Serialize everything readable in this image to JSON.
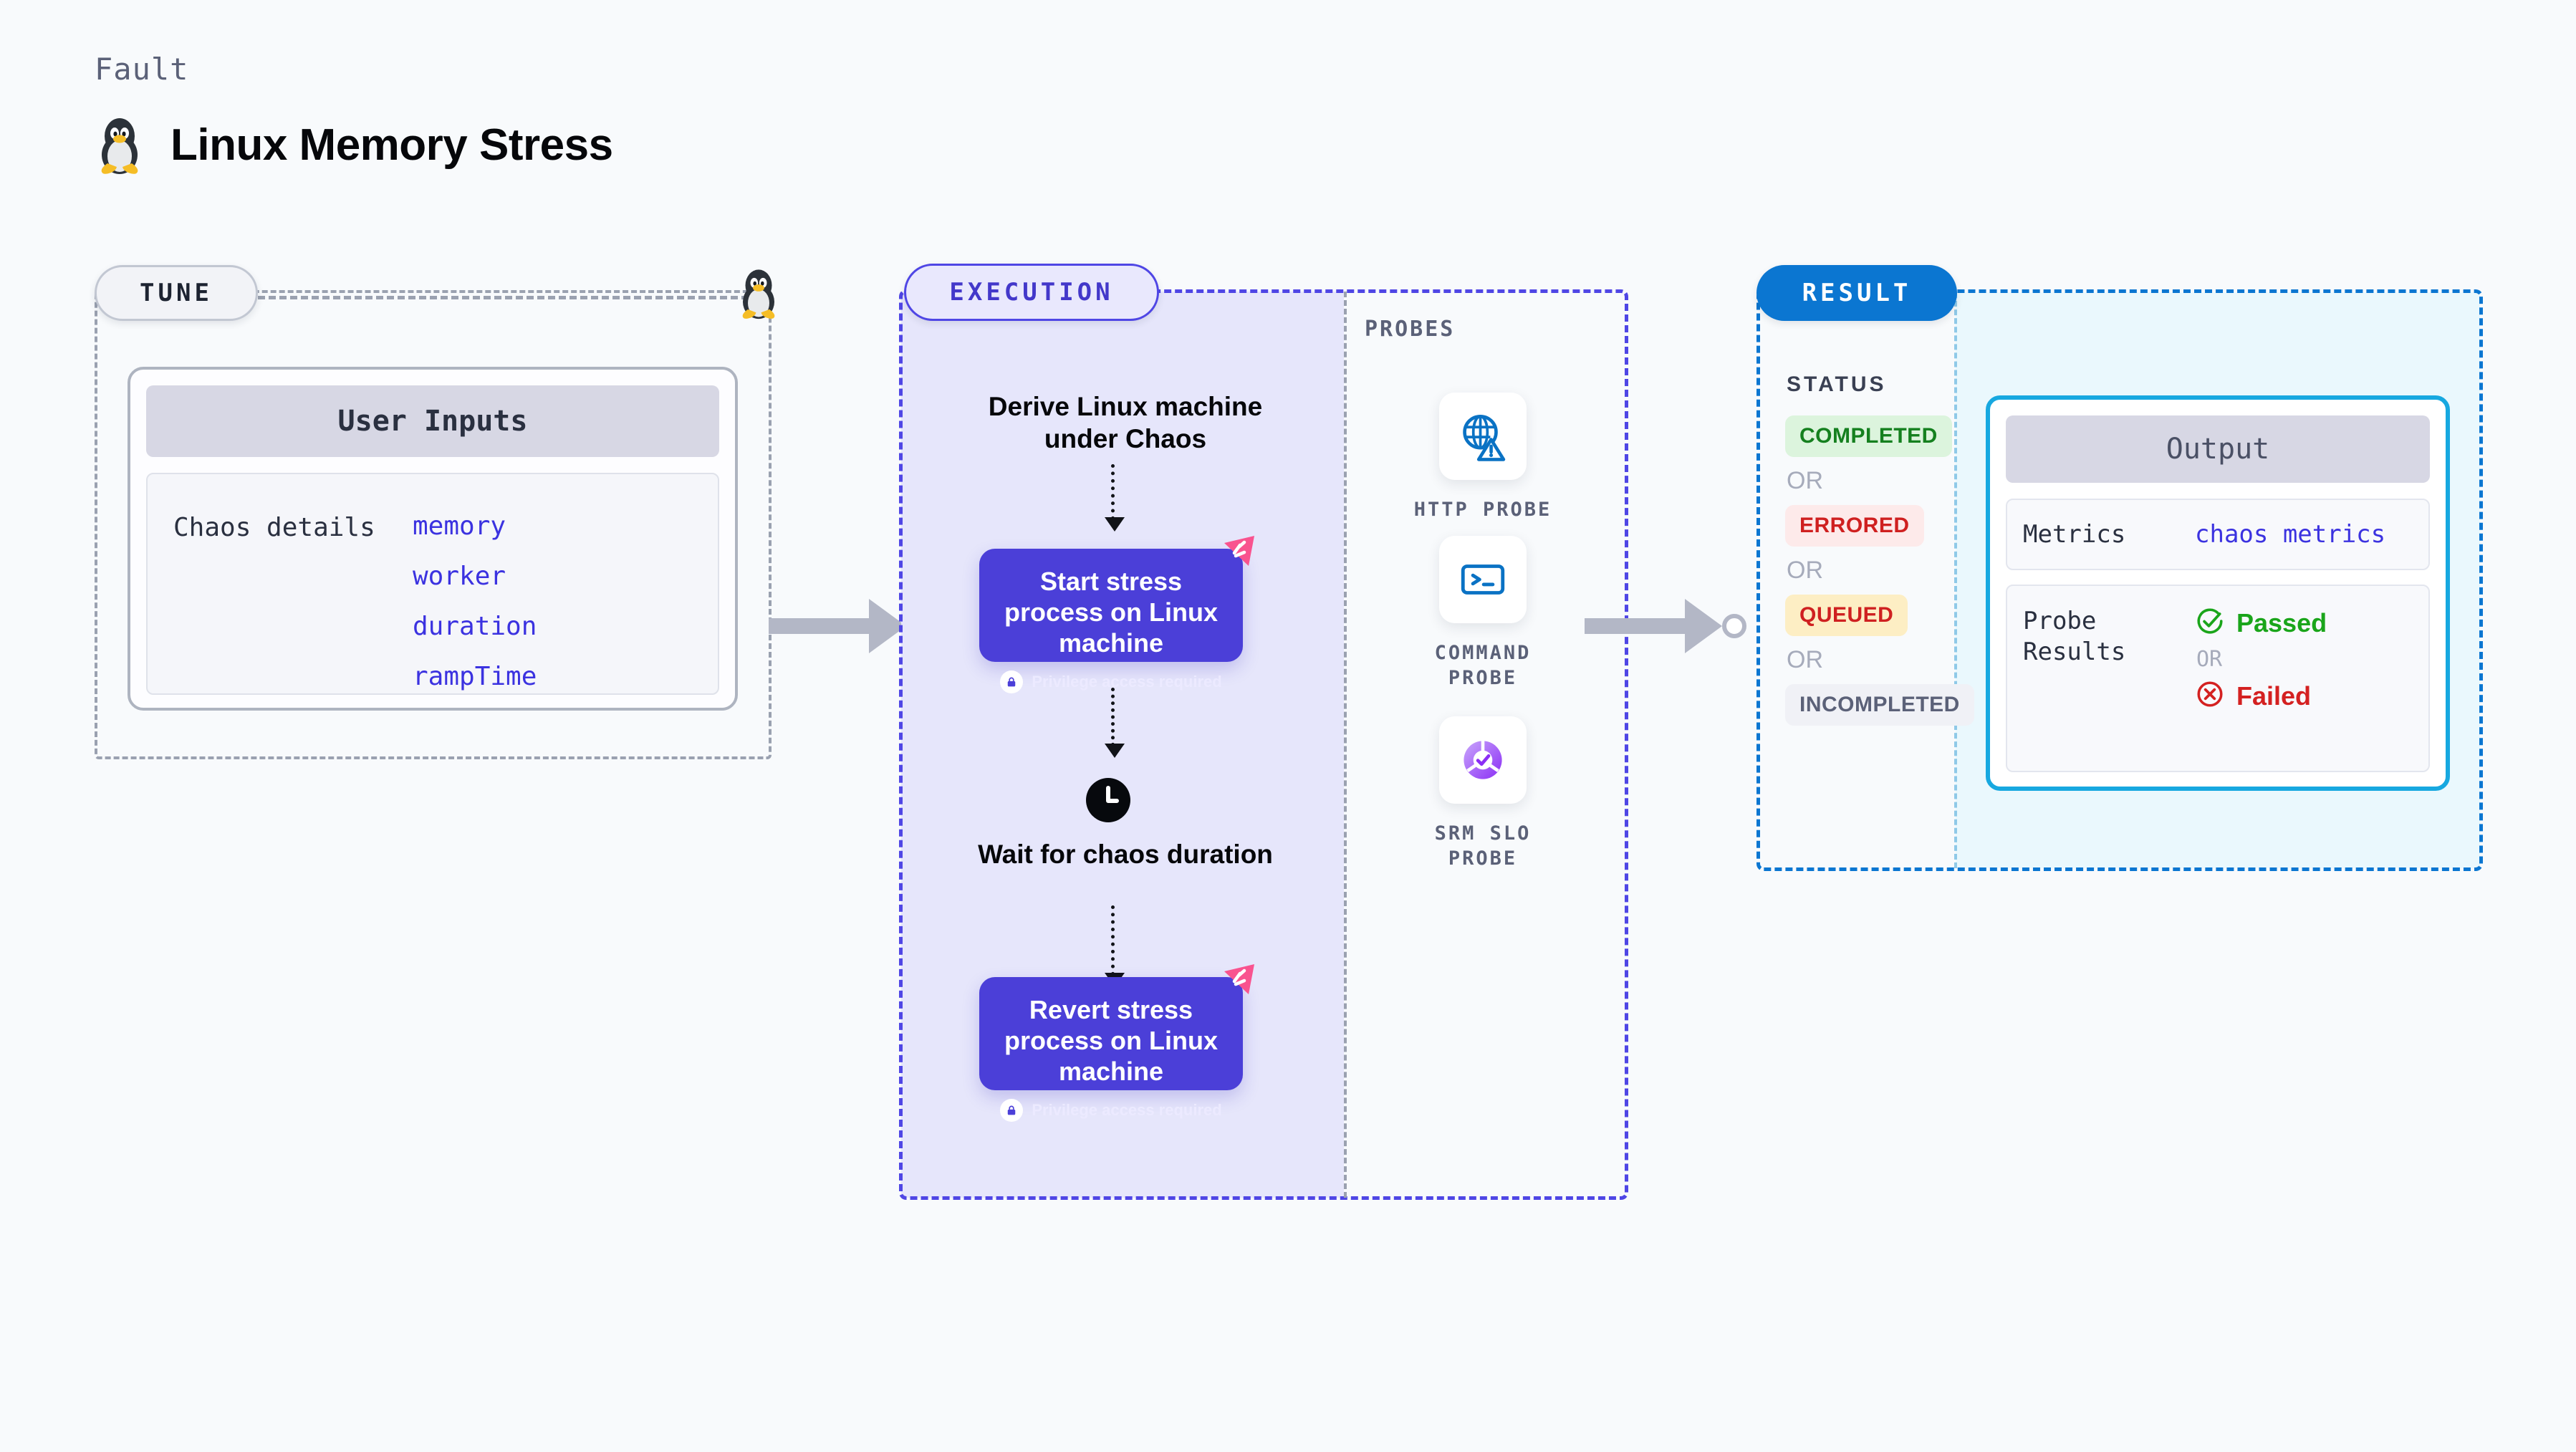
{
  "header": {
    "kicker": "Fault",
    "title": "Linux Memory Stress",
    "icon": "tux-penguin-icon"
  },
  "tune": {
    "pill_label": "TUNE",
    "connector_icon": "tux-penguin-icon",
    "card": {
      "header": "User Inputs",
      "details_label": "Chaos details",
      "params": [
        "memory",
        "worker",
        "duration",
        "rampTime"
      ]
    }
  },
  "execution": {
    "pill_label": "EXECUTION",
    "steps": {
      "derive": "Derive Linux machine under Chaos",
      "start": {
        "title": "Start stress process on Linux machine",
        "note": "Privilege access required",
        "note_icon": "lock-icon",
        "corner_icon": "chaos-badge-icon"
      },
      "wait": {
        "icon": "clock-icon",
        "label": "Wait for chaos duration"
      },
      "revert": {
        "title": "Revert stress process on Linux machine",
        "note": "Privilege access required",
        "note_icon": "lock-icon",
        "corner_icon": "chaos-badge-icon"
      }
    },
    "probes": {
      "section_label": "PROBES",
      "items": [
        {
          "label": "HTTP PROBE",
          "icon": "globe-warning-icon"
        },
        {
          "label": "COMMAND PROBE",
          "icon": "terminal-prompt-icon"
        },
        {
          "label": "SRM SLO PROBE",
          "icon": "slo-donut-check-icon"
        }
      ]
    }
  },
  "result": {
    "pill_label": "RESULT",
    "status_label": "STATUS",
    "or_label": "OR",
    "statuses": [
      {
        "label": "COMPLETED",
        "state": "completed"
      },
      {
        "label": "ERRORED",
        "state": "errored"
      },
      {
        "label": "QUEUED",
        "state": "queued"
      },
      {
        "label": "INCOMPLETED",
        "state": "incompleted"
      }
    ],
    "output": {
      "header": "Output",
      "metrics_key": "Metrics",
      "metrics_value": "chaos metrics",
      "probe_results_key": "Probe Results",
      "passed_label": "Passed",
      "passed_icon": "check-circle-icon",
      "or_label": "OR",
      "failed_label": "Failed",
      "failed_icon": "x-circle-icon"
    }
  },
  "colors": {
    "page_bg": "#f8fafc",
    "tune_border": "#9aa1b0",
    "execution_accent": "#4f46e5",
    "execution_bg": "#e6e6fb",
    "execution_card": "#4b3fd8",
    "result_accent": "#0b76d1",
    "output_bg": "#eaf8fd",
    "output_border": "#17a8e0",
    "param_text": "#3b32e0",
    "badge_corner": "#f9538f",
    "pass_green": "#1aa51a",
    "fail_red": "#d42121"
  }
}
